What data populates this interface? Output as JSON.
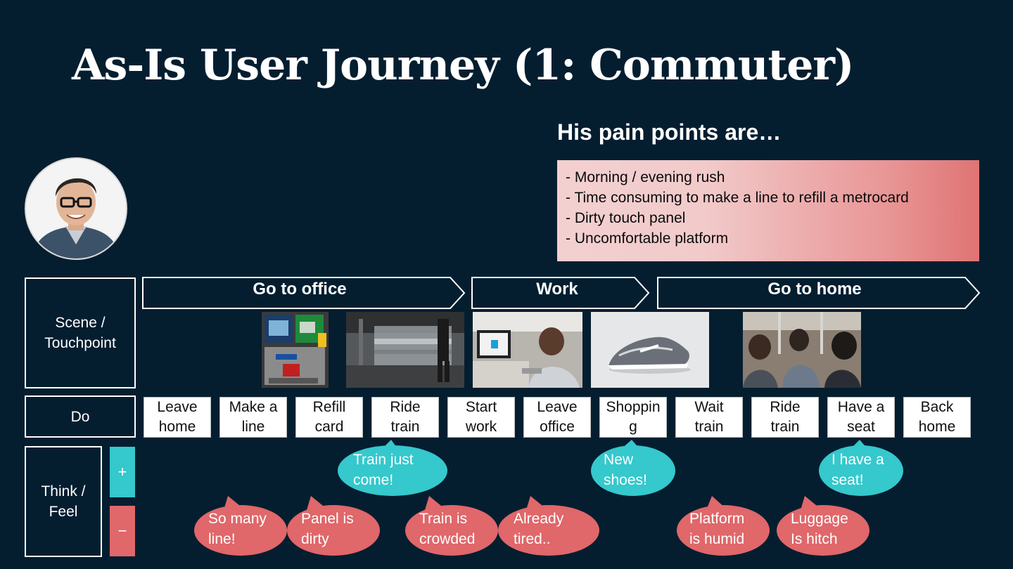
{
  "title": "As-Is User Journey (1: Commuter)",
  "pain_points": {
    "heading": "His pain points are…",
    "items": [
      "- Morning / evening rush",
      "- Time consuming to make a line to refill a metrocard",
      "- Dirty touch panel",
      "- Uncomfortable platform"
    ]
  },
  "rows": {
    "scene_line1": "Scene /",
    "scene_line2": "Touchpoint",
    "do": "Do",
    "think_line1": "Think /",
    "think_line2": "Feel",
    "plus": "+",
    "minus": "−"
  },
  "phases": [
    "Go to office",
    "Work",
    "Go to home"
  ],
  "do_steps": [
    {
      "l1": "Leave",
      "l2": "home"
    },
    {
      "l1": "Make a",
      "l2": "line"
    },
    {
      "l1": "Refill",
      "l2": "card"
    },
    {
      "l1": "Ride",
      "l2": "train"
    },
    {
      "l1": "Start",
      "l2": "work"
    },
    {
      "l1": "Leave",
      "l2": "office"
    },
    {
      "l1": "Shoppin",
      "l2": "g"
    },
    {
      "l1": "Wait",
      "l2": "train"
    },
    {
      "l1": "Ride",
      "l2": "train"
    },
    {
      "l1": "Have a",
      "l2": "seat"
    },
    {
      "l1": "Back",
      "l2": "home"
    }
  ],
  "positive_thoughts": [
    {
      "l1": "Train just",
      "l2": "come!"
    },
    {
      "l1": "New",
      "l2": "shoes!"
    },
    {
      "l1": "I have a",
      "l2": "seat!"
    }
  ],
  "negative_thoughts": [
    {
      "l1": "So many",
      "l2": "line!"
    },
    {
      "l1": "Panel is",
      "l2": "dirty"
    },
    {
      "l1": "Train is",
      "l2": "crowded"
    },
    {
      "l1": "Already",
      "l2": "tired.."
    },
    {
      "l1": "Platform",
      "l2": "is humid"
    },
    {
      "l1": "Luggage",
      "l2": "Is hitch"
    }
  ],
  "colors": {
    "background": "#041e30",
    "positive": "#35c8cc",
    "negative": "#e0676a"
  }
}
